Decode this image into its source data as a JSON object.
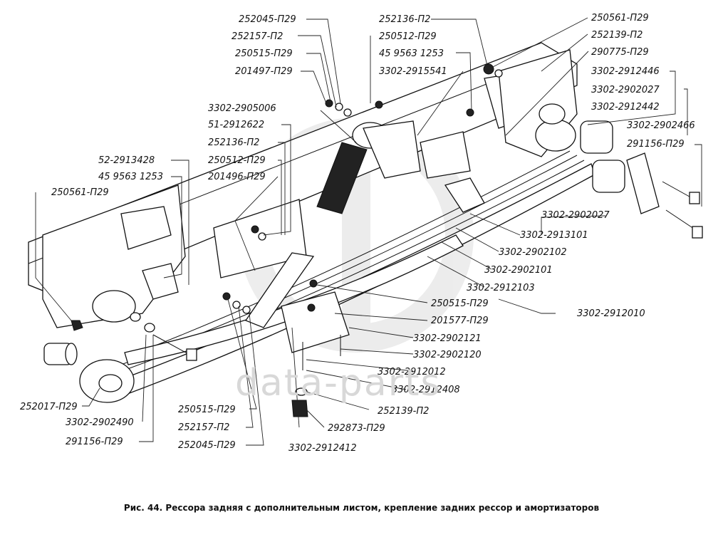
{
  "caption": "Рис. 44. Рессора задняя с дополнительным листом, крепление задних рессор и амортизаторов",
  "watermark": "data-parts",
  "labels": [
    "252045-П29",
    "252157-П2",
    "250515-П29",
    "201497-П29",
    "252136-П2",
    "250512-П29",
    "45 9563 1253",
    "3302-2915541",
    "250561-П29",
    "252139-П2",
    "290775-П29",
    "3302-2912446",
    "3302-2902027",
    "3302-2912442",
    "3302-2905006",
    "51-2912622",
    "252136-П2",
    "250512-П29",
    "201496-П29",
    "52-2913428",
    "45 9563 1253",
    "250561-П29",
    "3302-2902466",
    "291156-П29",
    "3302-2902027",
    "3302-2913101",
    "3302-2902102",
    "3302-2902101",
    "3302-2912103",
    "250515-П29",
    "201577-П29",
    "3302-2902121",
    "3302-2902120",
    "3302-2912012",
    "3302-2912408",
    "3302-2912010",
    "252017-П29",
    "3302-2902490",
    "291156-П29",
    "250515-П29",
    "252157-П2",
    "252045-П29",
    "3302-2912412",
    "252139-П2",
    "292873-П29"
  ]
}
